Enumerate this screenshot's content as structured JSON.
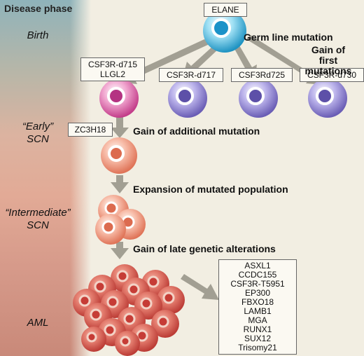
{
  "header": {
    "title": "Disease phase"
  },
  "phases": {
    "birth": "Birth",
    "early_1": "“Early”",
    "early_2": "SCN",
    "intermediate_1": "“Intermediate”",
    "intermediate_2": "SCN",
    "aml": "AML"
  },
  "genes": {
    "elane": "ELANE",
    "csf3r_d715_1": "CSF3R-d715",
    "csf3r_d715_2": "LLGL2",
    "csf3r_d717": "CSF3R-d717",
    "csf3rd725": "CSF3Rd725",
    "csf3r_d730": "CSF3R-d730",
    "zc3h18": "ZC3H18",
    "late_list": [
      "ASXL1",
      "CCDC155",
      "CSF3R-T5951",
      "EP300",
      "FBXO18",
      "LAMB1",
      "MGA",
      "RUNX1",
      "SUX12",
      "Trisomy21"
    ]
  },
  "captions": {
    "germ_line": "Germ line mutation",
    "first_mutations_1": "Gain of",
    "first_mutations_2": "first mutations",
    "additional": "Gain of additional mutation",
    "expansion": "Expansion of mutated population",
    "late": "Gain of late genetic alterations"
  },
  "colors": {
    "germ_cell": "#35b3de",
    "pink_cell": "#d44e9a",
    "purple_cell": "#8377c8",
    "salmon_cell": "#ea8870",
    "aml_cell": "#d1534c",
    "arrow": "#a29f93"
  }
}
